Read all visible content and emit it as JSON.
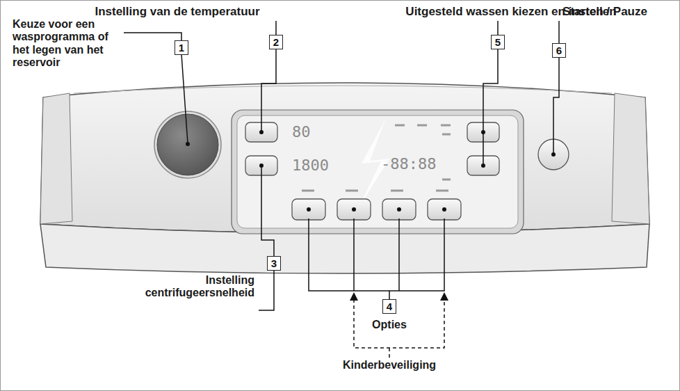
{
  "diagram": {
    "nodes": [
      {
        "text": [
          "1"
        ]
      },
      {
        "text": [
          "2"
        ]
      },
      {
        "text": [
          "5"
        ]
      },
      {
        "text": [
          "6"
        ]
      },
      {
        "text": [
          "3"
        ]
      },
      {
        "text": [
          "4"
        ]
      }
    ],
    "labels": [
      "Keuze voor een wasprogramma of het legen van het reservoir",
      "Instelling van de temperatuur",
      "Uitgesteld wassen kiezen en instellen",
      "Starten / Pauze",
      "80",
      "1800",
      "-88:88",
      "Instelling centrifugeersnelheid",
      "Opties",
      "Kinderbeveiliging"
    ]
  }
}
